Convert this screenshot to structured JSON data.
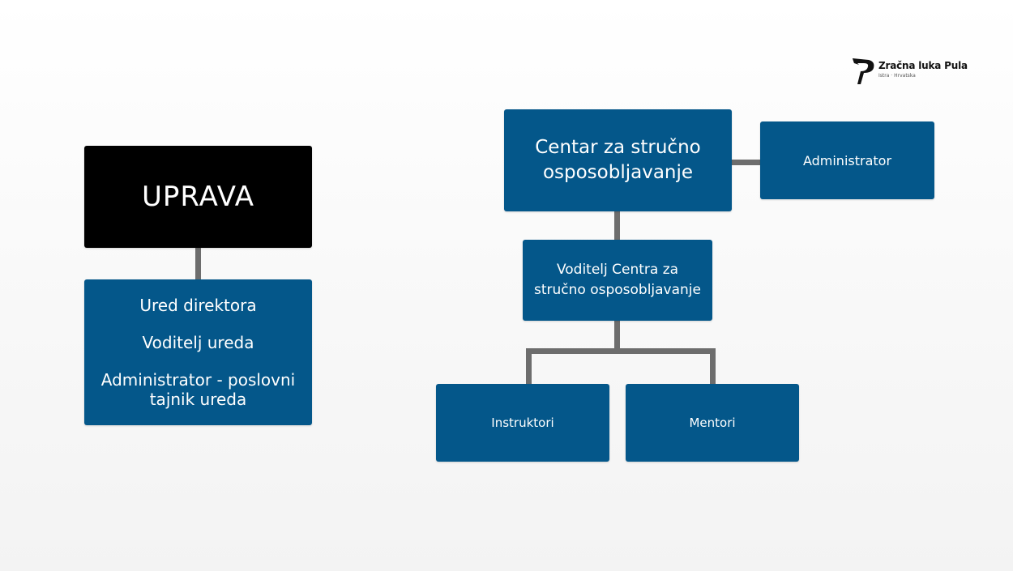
{
  "logo": {
    "title": "Zračna luka Pula",
    "subtitle": "Istra · Hrvatska",
    "icon": "bird-mark-icon"
  },
  "left_chart": {
    "top": "UPRAVA",
    "office": {
      "line1": "Ured direktora",
      "line2": "Voditelj ureda",
      "line3": "Administrator - poslovni",
      "line4": "tajnik ureda"
    }
  },
  "right_chart": {
    "centar": {
      "line1": "Centar za stručno",
      "line2": "osposobljavanje"
    },
    "administrator": "Administrator",
    "voditelj": {
      "line1": "Voditelj Centra za",
      "line2": "stručno osposobljavanje"
    },
    "instruktori": "Instruktori",
    "mentori": "Mentori"
  },
  "colors": {
    "box": "#04578a",
    "top_box": "#000000",
    "connector": "#6d6d6d",
    "text": "#ffffff"
  }
}
